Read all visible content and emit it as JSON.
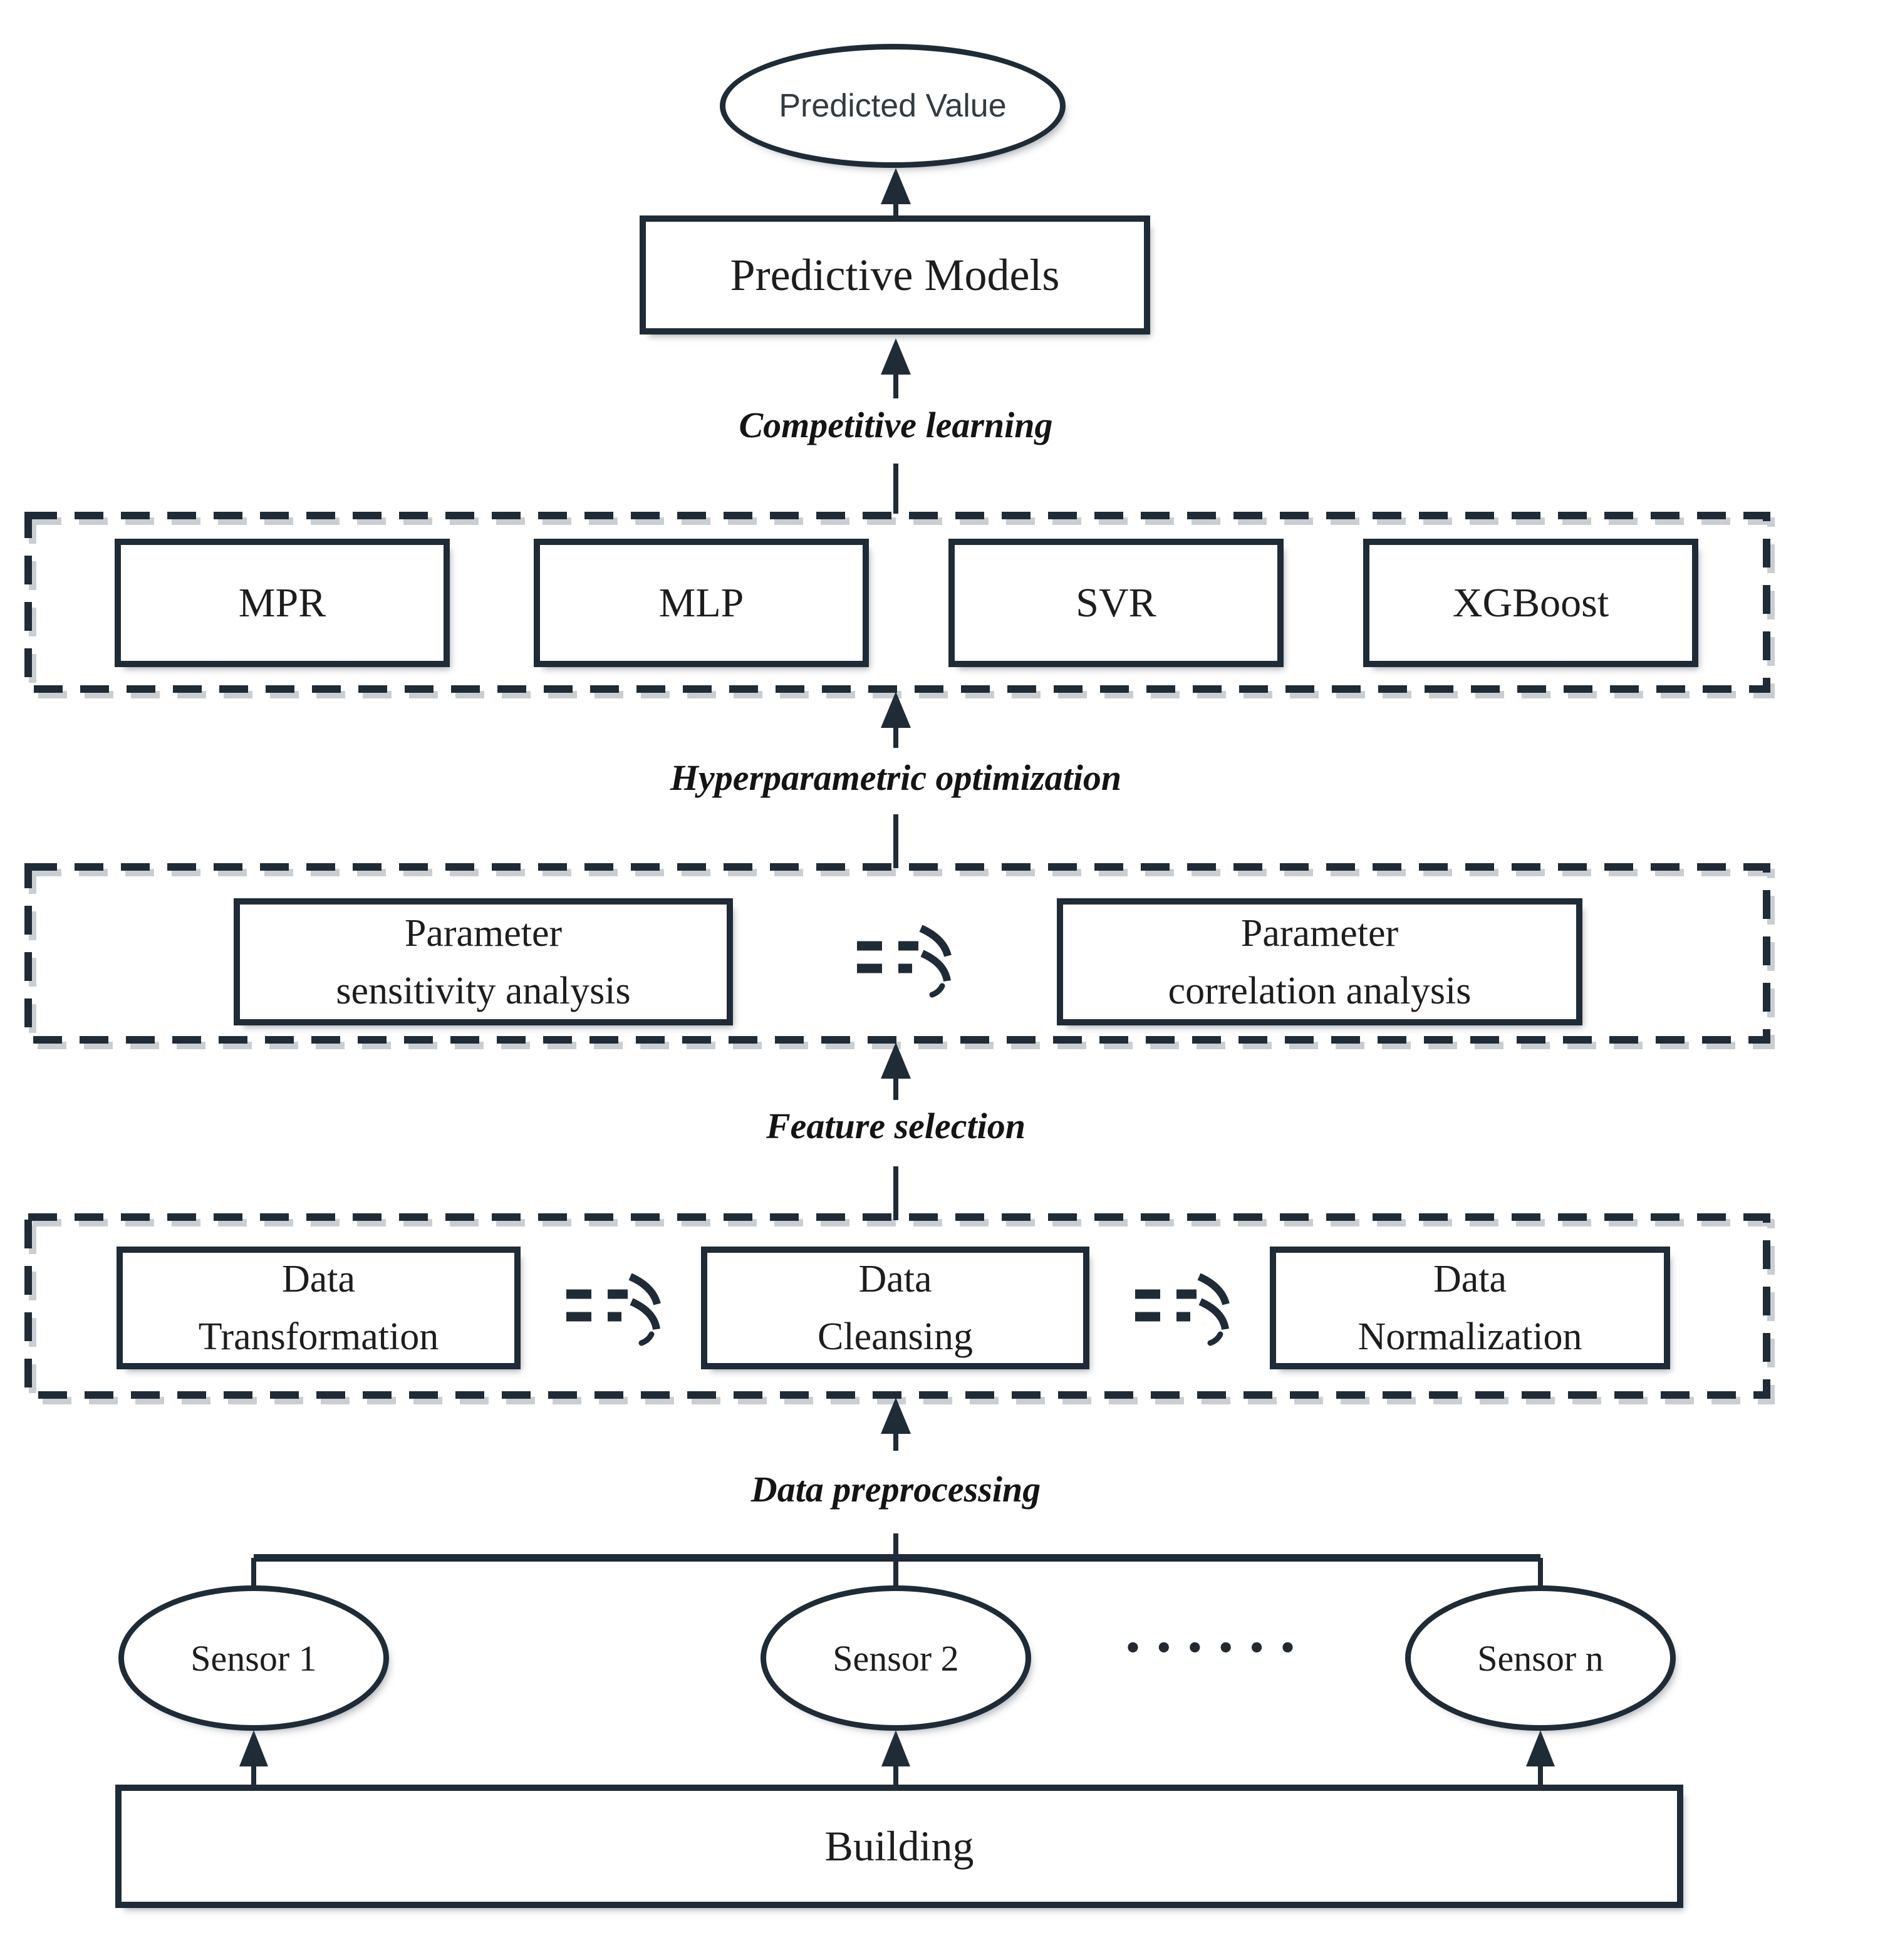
{
  "nodes": {
    "predicted_value": "Predicted Value",
    "predictive_models": "Predictive Models",
    "models": [
      "MPR",
      "MLP",
      "SVR",
      "XGBoost"
    ],
    "param_sensitivity": [
      "Parameter",
      "sensitivity analysis"
    ],
    "param_correlation": [
      "Parameter",
      "correlation analysis"
    ],
    "data_transformation": [
      "Data",
      "Transformation"
    ],
    "data_cleansing": [
      "Data",
      "Cleansing"
    ],
    "data_normalization": [
      "Data",
      "Normalization"
    ],
    "sensors": [
      "Sensor 1",
      "Sensor 2",
      "Sensor n"
    ],
    "sensor_dots": "••••••",
    "building": "Building"
  },
  "flow_labels": {
    "competitive_learning": "Competitive learning",
    "hyperparametric_optimization": "Hyperparametric optimization",
    "feature_selection": "Feature selection",
    "data_preprocessing": "Data preprocessing"
  },
  "colors": {
    "stroke": "#1f2b36",
    "text": "#1d1d1d"
  }
}
